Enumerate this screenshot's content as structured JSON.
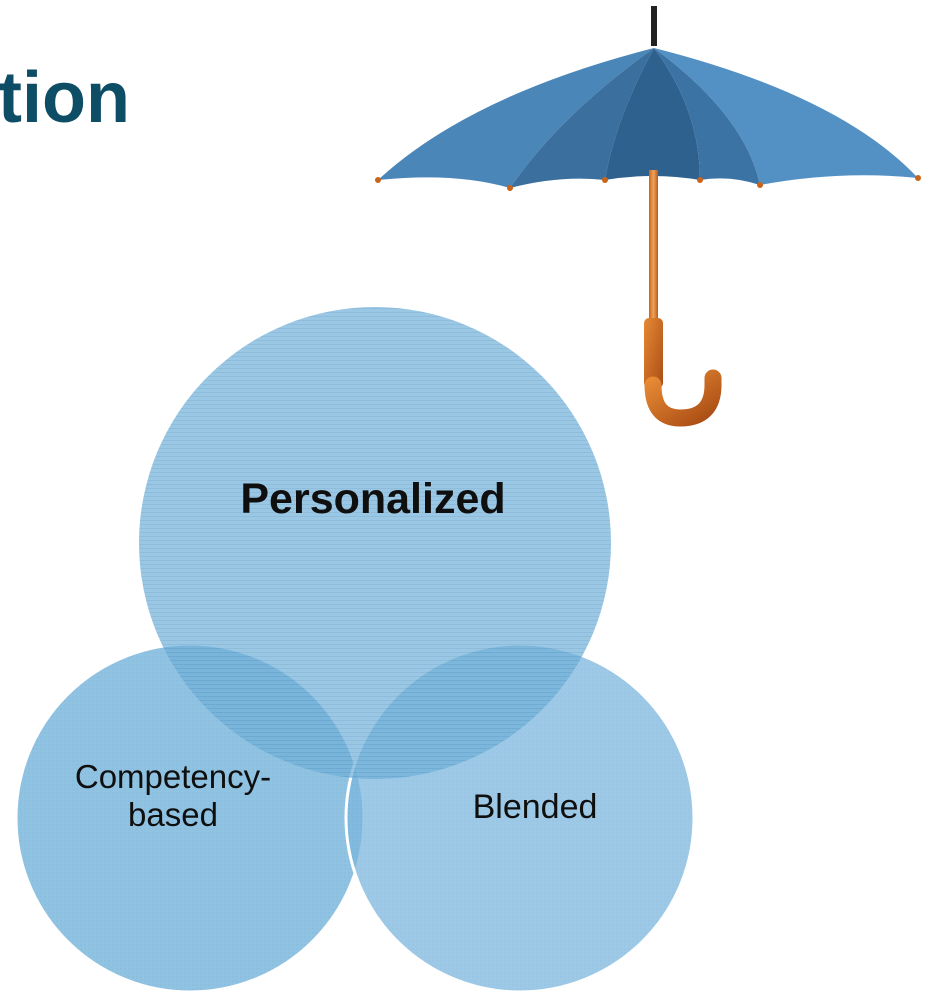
{
  "slide": {
    "title": "tion"
  },
  "diagram": {
    "circles": [
      {
        "id": "personalized",
        "label": "Personalized"
      },
      {
        "id": "competency",
        "label_lines": [
          "Competency-",
          "based"
        ]
      },
      {
        "id": "blended",
        "label": "Blended"
      }
    ]
  },
  "colors": {
    "title": "#0d4d66",
    "circle_fill": "#6fb0d8",
    "circle_stroke": "#ffffff",
    "label_text": "#0f0f0f",
    "umbrella_canopy": "#3d76a8",
    "umbrella_handle": "#d46f1c"
  },
  "icons": {
    "umbrella": "umbrella-image"
  }
}
